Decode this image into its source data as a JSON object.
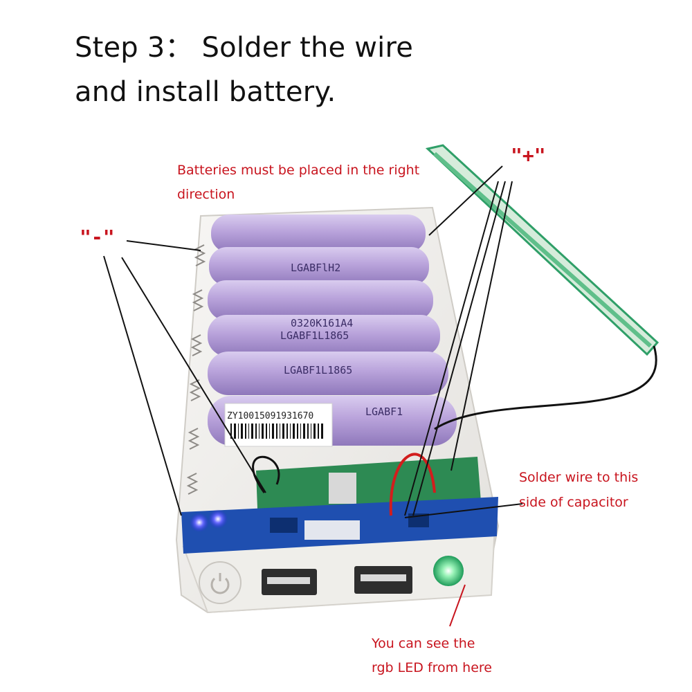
{
  "title": {
    "line1": "Step 3：  Solder the wire",
    "line2": "and install battery."
  },
  "annotations": {
    "battery_direction_1": "Batteries must be placed in the right",
    "battery_direction_2": "direction",
    "plus": "\"+\"",
    "minus": "\"-\"",
    "solder_1": "Solder wire to this",
    "solder_2": "side of  capacitor",
    "led_1": "You can see the",
    "led_2": "rgb LED from here"
  },
  "battery_labels": {
    "b2": "LGABFlH2",
    "b4a": "0320K161A4",
    "b4b": "LGABF1L1865",
    "b5": "LGABF1L1865",
    "b6": "LGABF1",
    "barcode": "ZY10015091931670"
  },
  "colors": {
    "annotation": "#c8141e",
    "battery": "#b9a3db",
    "pcb": "#1f4fb0"
  }
}
